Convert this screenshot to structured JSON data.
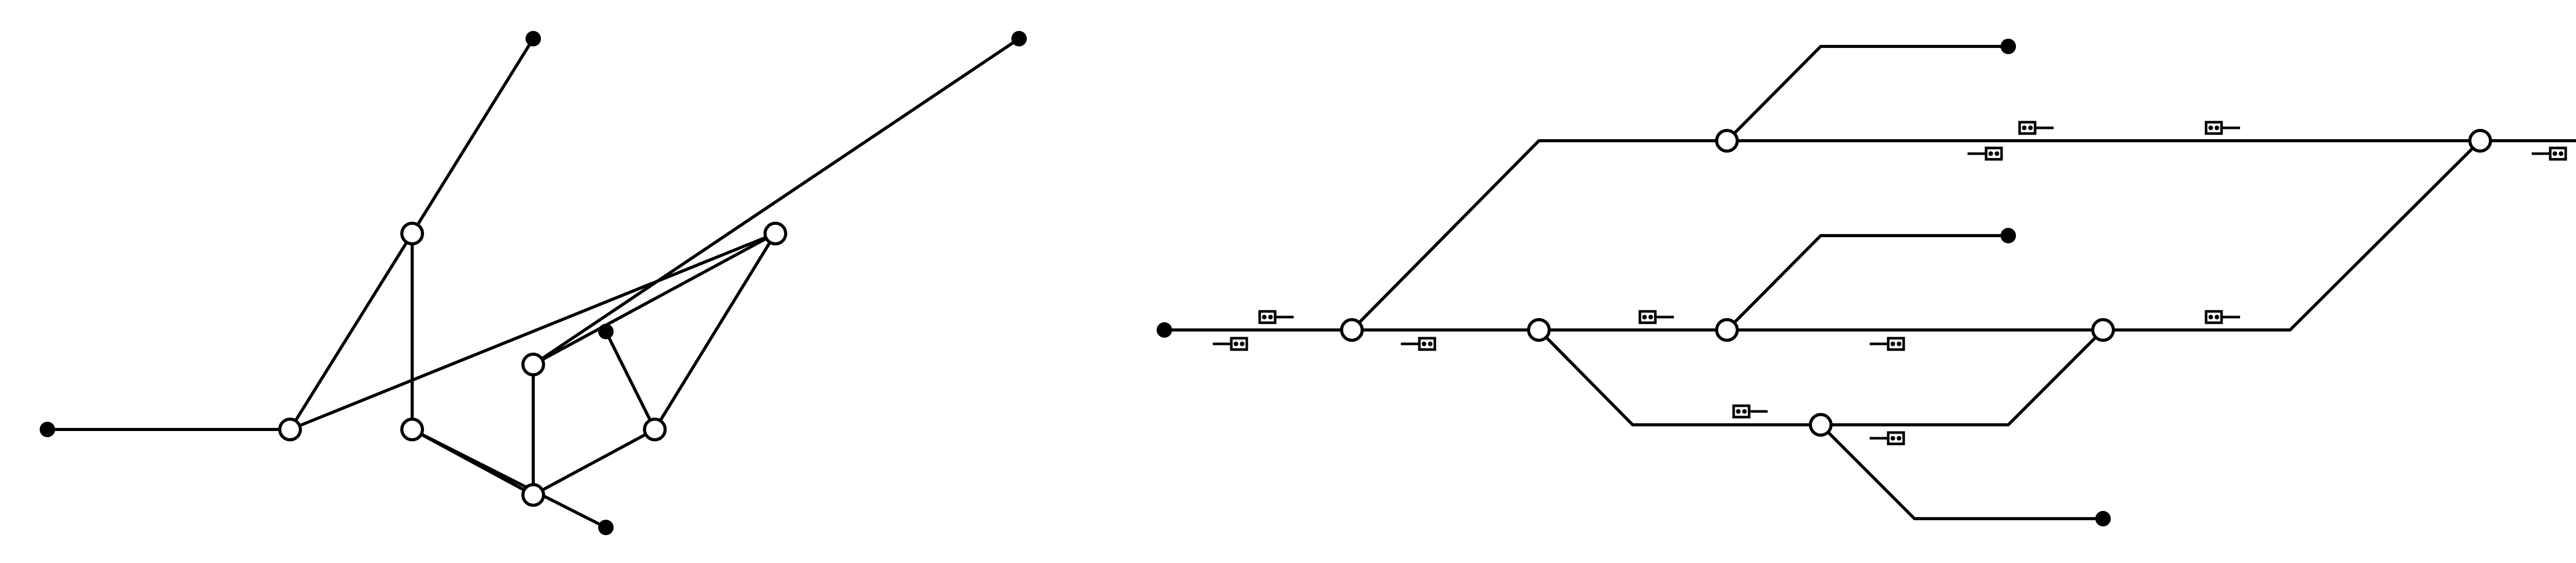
{
  "colors": {
    "line": "#000000",
    "background": "#ffffff",
    "node_fill": "#ffffff"
  },
  "diagrams": [
    {
      "id": "left-topology",
      "nodes": [
        {
          "id": "A",
          "kind": "terminal"
        },
        {
          "id": "B",
          "kind": "junction"
        },
        {
          "id": "C",
          "kind": "junction"
        },
        {
          "id": "D",
          "kind": "junction"
        },
        {
          "id": "E",
          "kind": "junction"
        },
        {
          "id": "F",
          "kind": "junction"
        },
        {
          "id": "G",
          "kind": "junction"
        },
        {
          "id": "H",
          "kind": "junction"
        },
        {
          "id": "T1",
          "kind": "terminal"
        },
        {
          "id": "T2",
          "kind": "terminal"
        },
        {
          "id": "T3",
          "kind": "terminal"
        },
        {
          "id": "T4",
          "kind": "terminal"
        }
      ],
      "edges": [
        [
          "A",
          "B"
        ],
        [
          "B",
          "C"
        ],
        [
          "B",
          "D"
        ],
        [
          "D",
          "T1"
        ],
        [
          "D",
          "E"
        ],
        [
          "E",
          "T2"
        ],
        [
          "E",
          "G"
        ],
        [
          "C",
          "F"
        ],
        [
          "C",
          "H"
        ],
        [
          "F",
          "T3"
        ],
        [
          "F",
          "G"
        ],
        [
          "H",
          "G"
        ],
        [
          "H",
          "T4"
        ]
      ]
    },
    {
      "id": "right-track-layout",
      "nodes": [
        {
          "id": "L",
          "kind": "terminal"
        },
        {
          "id": "N1",
          "kind": "junction"
        },
        {
          "id": "N2",
          "kind": "junction"
        },
        {
          "id": "N3",
          "kind": "junction"
        },
        {
          "id": "N4",
          "kind": "junction"
        },
        {
          "id": "N5",
          "kind": "junction"
        },
        {
          "id": "N6",
          "kind": "junction"
        },
        {
          "id": "N7",
          "kind": "junction"
        },
        {
          "id": "R",
          "kind": "terminal"
        },
        {
          "id": "U1",
          "kind": "terminal"
        },
        {
          "id": "U2",
          "kind": "terminal"
        },
        {
          "id": "U3",
          "kind": "terminal"
        }
      ],
      "edges": [
        [
          "L",
          "N1"
        ],
        [
          "N1",
          "N2"
        ],
        [
          "N1",
          "N3"
        ],
        [
          "N3",
          "U1"
        ],
        [
          "N3",
          "N4"
        ],
        [
          "N4",
          "R"
        ],
        [
          "N2",
          "N5"
        ],
        [
          "N5",
          "U2"
        ],
        [
          "N5",
          "N7"
        ],
        [
          "N7",
          "N4"
        ],
        [
          "N2",
          "N6"
        ],
        [
          "N6",
          "U3"
        ],
        [
          "N6",
          "N7"
        ]
      ],
      "signals": [
        {
          "edge": [
            "L",
            "N1"
          ],
          "direction": "right"
        },
        {
          "edge": [
            "L",
            "N1"
          ],
          "direction": "left"
        },
        {
          "edge": [
            "N1",
            "N2"
          ],
          "direction": "left"
        },
        {
          "edge": [
            "N3",
            "N4"
          ],
          "direction": "right"
        },
        {
          "edge": [
            "N3",
            "N4"
          ],
          "direction": "left"
        },
        {
          "edge": [
            "N3",
            "N4"
          ],
          "direction": "right"
        },
        {
          "edge": [
            "N4",
            "R"
          ],
          "direction": "right"
        },
        {
          "edge": [
            "N4",
            "R"
          ],
          "direction": "left"
        },
        {
          "edge": [
            "N2",
            "N5"
          ],
          "direction": "right"
        },
        {
          "edge": [
            "N5",
            "N7"
          ],
          "direction": "left"
        },
        {
          "edge": [
            "N7",
            "N4"
          ],
          "direction": "right"
        },
        {
          "edge": [
            "N2",
            "N6"
          ],
          "direction": "right"
        },
        {
          "edge": [
            "N6",
            "N7"
          ],
          "direction": "left"
        }
      ]
    }
  ]
}
